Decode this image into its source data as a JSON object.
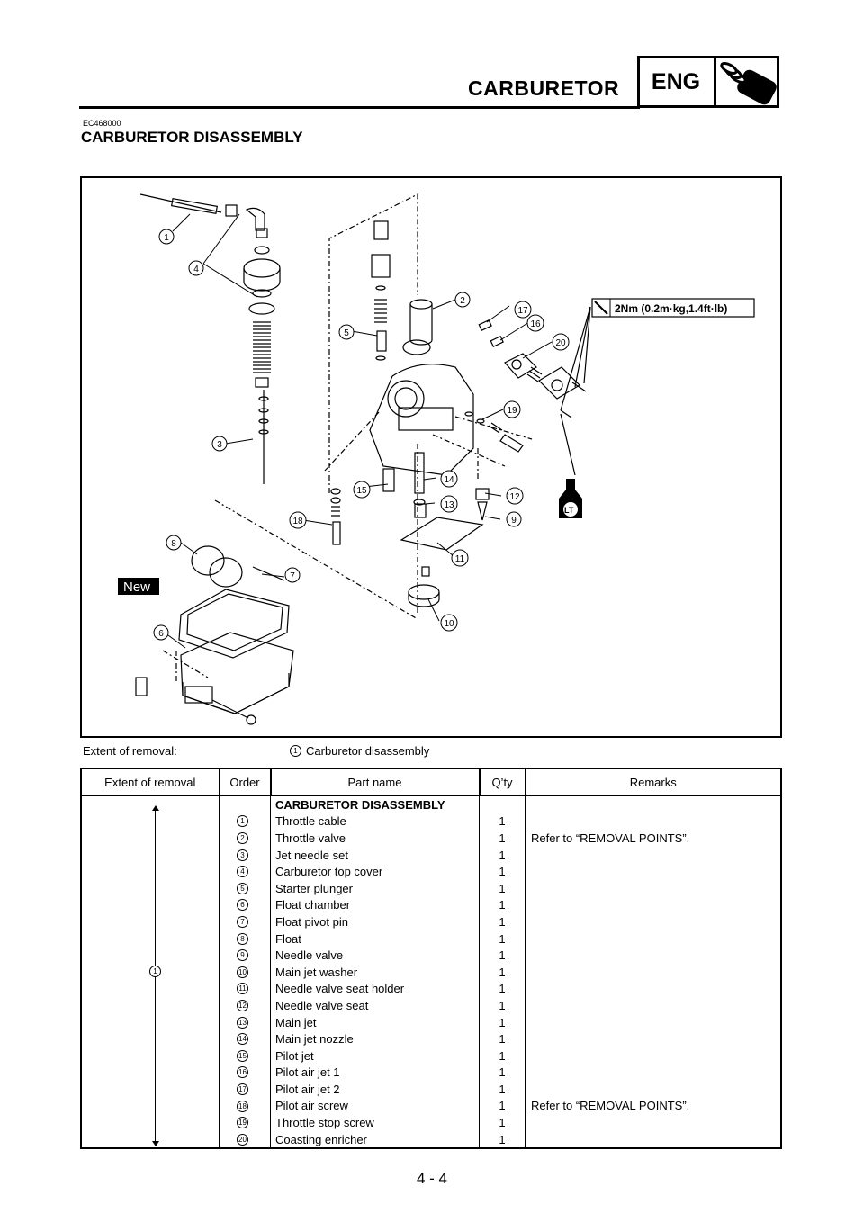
{
  "header": {
    "title": "CARBURETOR",
    "badge": "ENG"
  },
  "section": {
    "code": "EC468000",
    "title": "CARBURETOR DISASSEMBLY"
  },
  "figure": {
    "torque_spec": "2Nm (0.2m·kg,1.4ft·lb)",
    "lt_label": "LT",
    "new_label": "New",
    "callouts": [
      "1",
      "2",
      "3",
      "4",
      "5",
      "6",
      "7",
      "8",
      "9",
      "10",
      "11",
      "12",
      "13",
      "14",
      "15",
      "16",
      "17",
      "18",
      "19",
      "20"
    ]
  },
  "extent": {
    "label": "Extent of removal:",
    "num": "1",
    "value": "Carburetor disassembly"
  },
  "table": {
    "headers": {
      "extent": "Extent of removal",
      "order": "Order",
      "part": "Part name",
      "qty": "Q’ty",
      "remarks": "Remarks"
    },
    "group_title": "CARBURETOR DISASSEMBLY",
    "extent_marker": "1",
    "rows": [
      {
        "order": "1",
        "part": "Throttle cable",
        "qty": "1",
        "remarks": ""
      },
      {
        "order": "2",
        "part": "Throttle valve",
        "qty": "1",
        "remarks": "Refer to “REMOVAL POINTS”."
      },
      {
        "order": "3",
        "part": "Jet needle set",
        "qty": "1",
        "remarks": ""
      },
      {
        "order": "4",
        "part": "Carburetor top cover",
        "qty": "1",
        "remarks": ""
      },
      {
        "order": "5",
        "part": "Starter plunger",
        "qty": "1",
        "remarks": ""
      },
      {
        "order": "6",
        "part": "Float chamber",
        "qty": "1",
        "remarks": ""
      },
      {
        "order": "7",
        "part": "Float pivot pin",
        "qty": "1",
        "remarks": ""
      },
      {
        "order": "8",
        "part": "Float",
        "qty": "1",
        "remarks": ""
      },
      {
        "order": "9",
        "part": "Needle valve",
        "qty": "1",
        "remarks": ""
      },
      {
        "order": "10",
        "part": "Main jet washer",
        "qty": "1",
        "remarks": ""
      },
      {
        "order": "11",
        "part": "Needle valve seat holder",
        "qty": "1",
        "remarks": ""
      },
      {
        "order": "12",
        "part": "Needle valve seat",
        "qty": "1",
        "remarks": ""
      },
      {
        "order": "13",
        "part": "Main jet",
        "qty": "1",
        "remarks": ""
      },
      {
        "order": "14",
        "part": "Main jet nozzle",
        "qty": "1",
        "remarks": ""
      },
      {
        "order": "15",
        "part": "Pilot jet",
        "qty": "1",
        "remarks": ""
      },
      {
        "order": "16",
        "part": "Pilot air jet 1",
        "qty": "1",
        "remarks": ""
      },
      {
        "order": "17",
        "part": "Pilot air jet 2",
        "qty": "1",
        "remarks": ""
      },
      {
        "order": "18",
        "part": "Pilot air screw",
        "qty": "1",
        "remarks": "Refer to “REMOVAL POINTS”."
      },
      {
        "order": "19",
        "part": "Throttle stop screw",
        "qty": "1",
        "remarks": ""
      },
      {
        "order": "20",
        "part": "Coasting enricher",
        "qty": "1",
        "remarks": ""
      }
    ]
  },
  "footer": {
    "page": "4 - 4"
  }
}
